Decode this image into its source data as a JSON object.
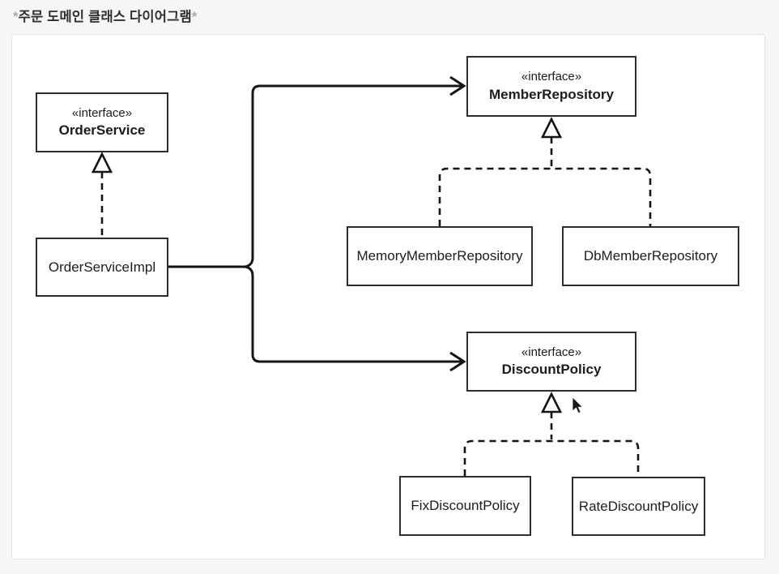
{
  "page": {
    "title_prefix": "*",
    "title_text": "주문 도메인 클래스 다이어그램",
    "title_suffix": "*"
  },
  "diagram": {
    "nodes": {
      "order_service": {
        "stereotype": "«interface»",
        "name": "OrderService"
      },
      "order_service_impl": {
        "name": "OrderServiceImpl"
      },
      "member_repository": {
        "stereotype": "«interface»",
        "name": "MemberRepository"
      },
      "memory_member_repository": {
        "name": "MemoryMemberRepository"
      },
      "db_member_repository": {
        "name": "DbMemberRepository"
      },
      "discount_policy": {
        "stereotype": "«interface»",
        "name": "DiscountPolicy"
      },
      "fix_discount_policy": {
        "name": "FixDiscountPolicy"
      },
      "rate_discount_policy": {
        "name": "RateDiscountPolicy"
      }
    },
    "relationships": [
      {
        "from": "OrderServiceImpl",
        "to": "OrderService",
        "type": "implements"
      },
      {
        "from": "OrderServiceImpl",
        "to": "MemberRepository",
        "type": "depends-on"
      },
      {
        "from": "OrderServiceImpl",
        "to": "DiscountPolicy",
        "type": "depends-on"
      },
      {
        "from": "MemoryMemberRepository",
        "to": "MemberRepository",
        "type": "implements"
      },
      {
        "from": "DbMemberRepository",
        "to": "MemberRepository",
        "type": "implements"
      },
      {
        "from": "FixDiscountPolicy",
        "to": "DiscountPolicy",
        "type": "implements"
      },
      {
        "from": "RateDiscountPolicy",
        "to": "DiscountPolicy",
        "type": "implements"
      }
    ],
    "colors": {
      "background": "#f6f6f6",
      "panel_fill": "#ffffff",
      "panel_border": "#e3e3e3",
      "box_border": "#2d2d2d",
      "line": "#141414",
      "text": "#1c1c1c",
      "title_asterisk": "#ababab"
    }
  }
}
